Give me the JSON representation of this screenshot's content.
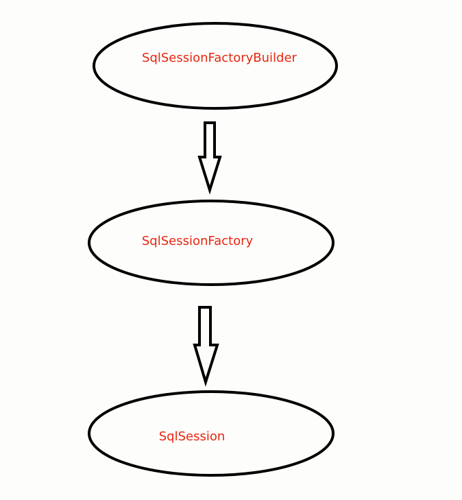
{
  "diagram": {
    "nodes": [
      {
        "id": "builder",
        "label": "SqlSessionFactoryBuilder"
      },
      {
        "id": "factory",
        "label": "SqlSessionFactory"
      },
      {
        "id": "session",
        "label": "SqlSession"
      }
    ],
    "edges": [
      {
        "from": "builder",
        "to": "factory"
      },
      {
        "from": "factory",
        "to": "session"
      }
    ],
    "colors": {
      "label_text": "#e8260f",
      "stroke": "#000000",
      "background": "#fdfdfb"
    }
  }
}
